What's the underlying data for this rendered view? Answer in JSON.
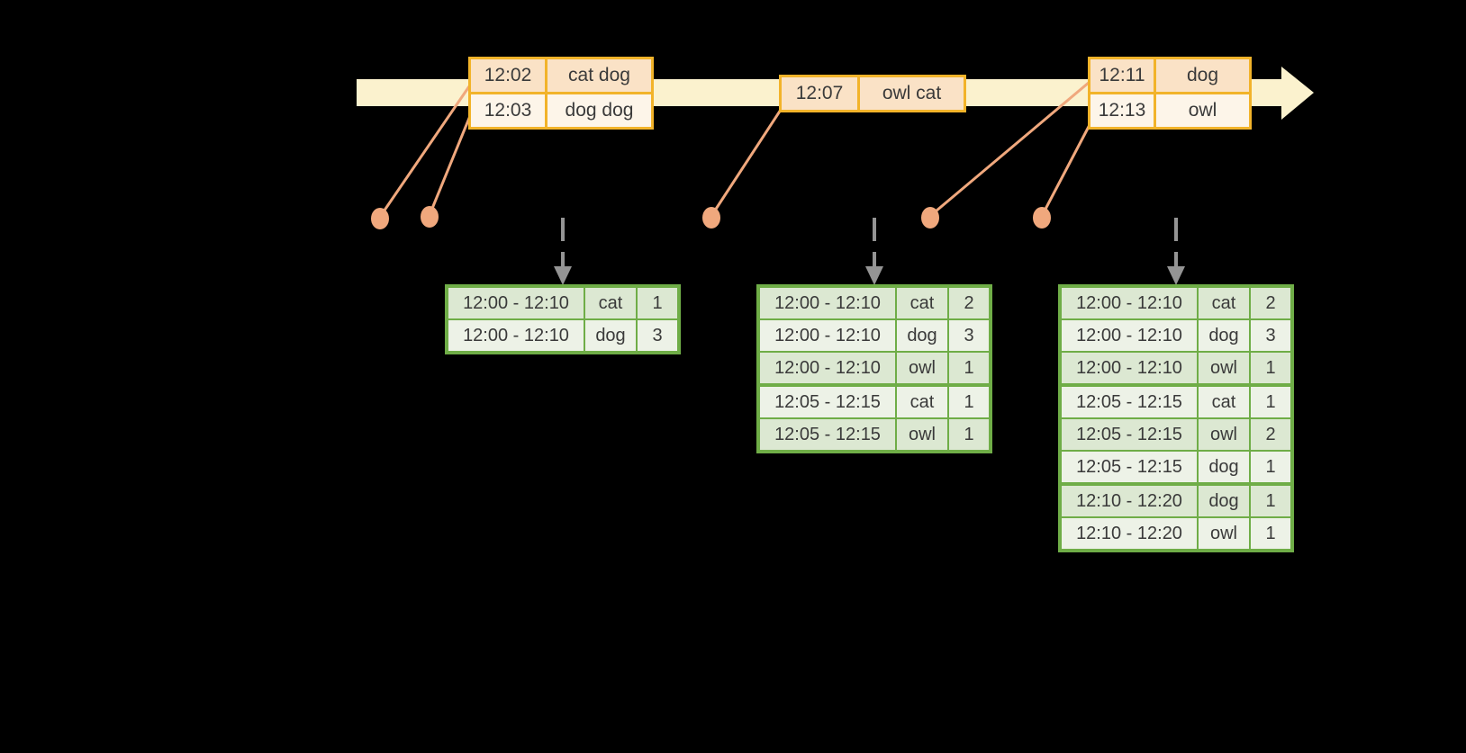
{
  "diagram_title": "windowed-word-count-late-data-diagram",
  "colors": {
    "background": "#000000",
    "timeline_band": "#FBF2CE",
    "event_table_border": "#F2B32A",
    "event_cell_dark": "#FAE2C6",
    "event_cell_light": "#FDF5E9",
    "connector_salmon": "#F0A87D",
    "result_table_border": "#6FAD47",
    "result_cell_dark": "#DCE8D2",
    "result_cell_light": "#EDF2E7",
    "trigger_arrow_gray": "#949494",
    "text": "#3A3A3A"
  },
  "timeline": {
    "batches": [
      {
        "rows": [
          {
            "time": "12:02",
            "words": "cat dog"
          },
          {
            "time": "12:03",
            "words": "dog dog"
          }
        ]
      },
      {
        "rows": [
          {
            "time": "12:07",
            "words": "owl cat"
          }
        ]
      },
      {
        "rows": [
          {
            "time": "12:11",
            "words": "dog"
          },
          {
            "time": "12:13",
            "words": "owl"
          }
        ]
      }
    ]
  },
  "result_tables": [
    {
      "rows": [
        {
          "window": "12:00 - 12:10",
          "word": "cat",
          "count": "1"
        },
        {
          "window": "12:00 - 12:10",
          "word": "dog",
          "count": "3"
        }
      ]
    },
    {
      "rows": [
        {
          "window": "12:00 - 12:10",
          "word": "cat",
          "count": "2"
        },
        {
          "window": "12:00 - 12:10",
          "word": "dog",
          "count": "3"
        },
        {
          "window": "12:00 - 12:10",
          "word": "owl",
          "count": "1"
        },
        {
          "window": "12:05 - 12:15",
          "word": "cat",
          "count": "1"
        },
        {
          "window": "12:05 - 12:15",
          "word": "owl",
          "count": "1"
        }
      ]
    },
    {
      "rows": [
        {
          "window": "12:00 - 12:10",
          "word": "cat",
          "count": "2"
        },
        {
          "window": "12:00 - 12:10",
          "word": "dog",
          "count": "3"
        },
        {
          "window": "12:00 - 12:10",
          "word": "owl",
          "count": "1"
        },
        {
          "window": "12:05 - 12:15",
          "word": "cat",
          "count": "1"
        },
        {
          "window": "12:05 - 12:15",
          "word": "owl",
          "count": "2"
        },
        {
          "window": "12:05 - 12:15",
          "word": "dog",
          "count": "1"
        },
        {
          "window": "12:10 - 12:20",
          "word": "dog",
          "count": "1"
        },
        {
          "window": "12:10 - 12:20",
          "word": "owl",
          "count": "1"
        }
      ]
    }
  ]
}
